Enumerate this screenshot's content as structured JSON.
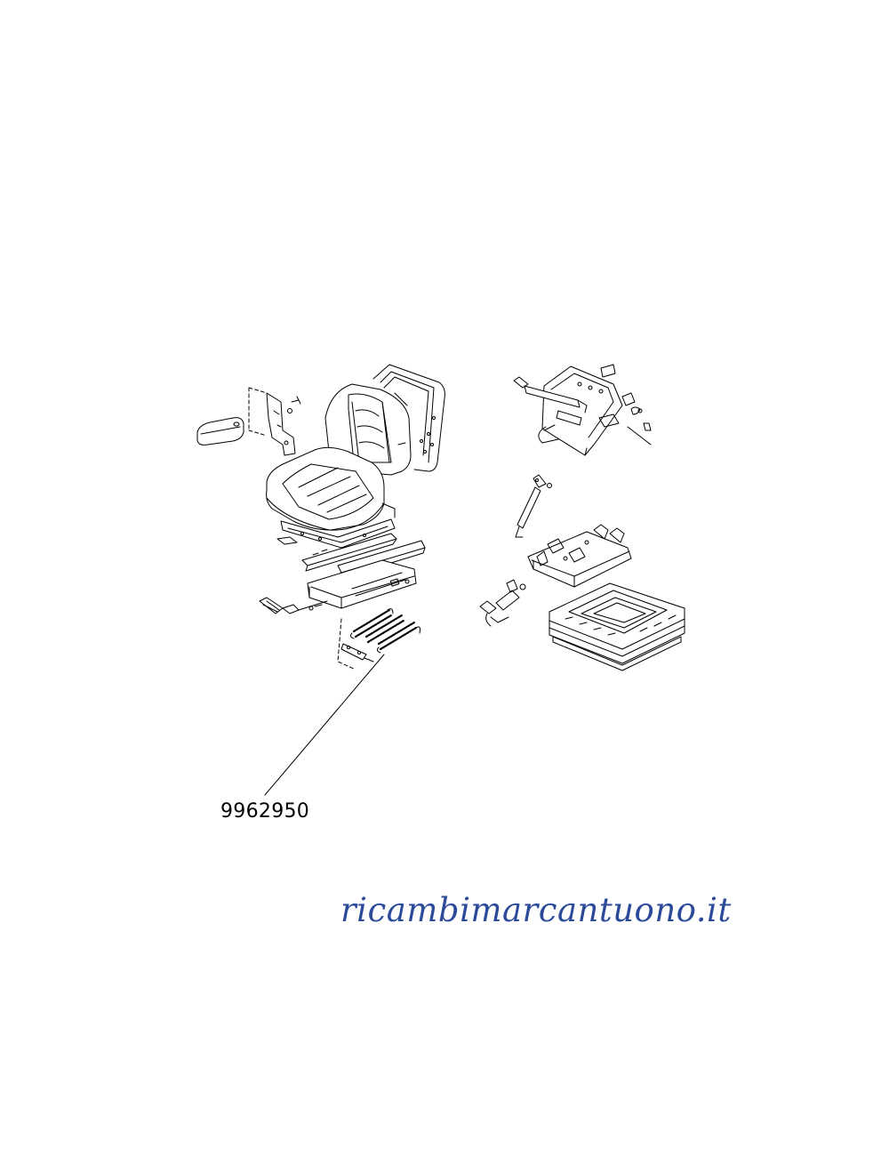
{
  "diagram": {
    "part_number": "9962950",
    "watermark": "ricambimarcantuono.it",
    "colors": {
      "line": "#000000",
      "watermark": "#2c4a9a",
      "background": "#ffffff"
    },
    "parts": [
      "armrest",
      "armrest-bracket",
      "seat-backrest",
      "backrest-frame",
      "seat-cushion",
      "seat-pan",
      "slide-rails",
      "lever-assembly",
      "base-bracket",
      "adjuster-knob",
      "tension-springs",
      "spring-link",
      "suspension-top-plate",
      "gas-strut-upper",
      "gas-strut-lower",
      "suspension-mount-plate",
      "bellows-base",
      "release-handle"
    ]
  }
}
